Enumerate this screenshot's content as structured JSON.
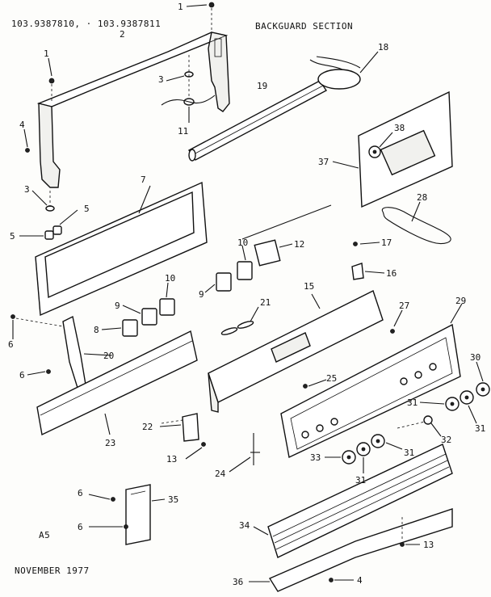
{
  "header": {
    "model_numbers": "103.9387810, · 103.9387811",
    "section_title": "BACKGUARD SECTION"
  },
  "footer": {
    "page_code": "A5",
    "date": "NOVEMBER 1977"
  },
  "callouts": [
    {
      "id": "c1a",
      "text": "1"
    },
    {
      "id": "c2",
      "text": "2"
    },
    {
      "id": "c1b",
      "text": "1"
    },
    {
      "id": "c3a",
      "text": "3"
    },
    {
      "id": "c4a",
      "text": "4"
    },
    {
      "id": "c11",
      "text": "11"
    },
    {
      "id": "c18",
      "text": "18"
    },
    {
      "id": "c19",
      "text": "19"
    },
    {
      "id": "c38",
      "text": "38"
    },
    {
      "id": "c37",
      "text": "37"
    },
    {
      "id": "c7",
      "text": "7"
    },
    {
      "id": "c3b",
      "text": "3"
    },
    {
      "id": "c5a",
      "text": "5"
    },
    {
      "id": "c5b",
      "text": "5"
    },
    {
      "id": "c28",
      "text": "28"
    },
    {
      "id": "c17",
      "text": "17"
    },
    {
      "id": "c10a",
      "text": "10"
    },
    {
      "id": "c12",
      "text": "12"
    },
    {
      "id": "c16",
      "text": "16"
    },
    {
      "id": "c10b",
      "text": "10"
    },
    {
      "id": "c15",
      "text": "15"
    },
    {
      "id": "c9a",
      "text": "9"
    },
    {
      "id": "c9b",
      "text": "9"
    },
    {
      "id": "c21",
      "text": "21"
    },
    {
      "id": "c27",
      "text": "27"
    },
    {
      "id": "c29",
      "text": "29"
    },
    {
      "id": "c8",
      "text": "8"
    },
    {
      "id": "c6a",
      "text": "6"
    },
    {
      "id": "c20",
      "text": "20"
    },
    {
      "id": "c6b",
      "text": "6"
    },
    {
      "id": "c25",
      "text": "25"
    },
    {
      "id": "c30",
      "text": "30"
    },
    {
      "id": "c31a",
      "text": "31"
    },
    {
      "id": "c31b",
      "text": "31"
    },
    {
      "id": "c22",
      "text": "22"
    },
    {
      "id": "c23",
      "text": "23"
    },
    {
      "id": "c32",
      "text": "32"
    },
    {
      "id": "c13a",
      "text": "13"
    },
    {
      "id": "c33",
      "text": "33"
    },
    {
      "id": "c31c",
      "text": "31"
    },
    {
      "id": "c24",
      "text": "24"
    },
    {
      "id": "c31d",
      "text": "31"
    },
    {
      "id": "c6c",
      "text": "6"
    },
    {
      "id": "c35",
      "text": "35"
    },
    {
      "id": "c6d",
      "text": "6"
    },
    {
      "id": "c34",
      "text": "34"
    },
    {
      "id": "c13b",
      "text": "13"
    },
    {
      "id": "c36",
      "text": "36"
    },
    {
      "id": "c4b",
      "text": "4"
    }
  ]
}
